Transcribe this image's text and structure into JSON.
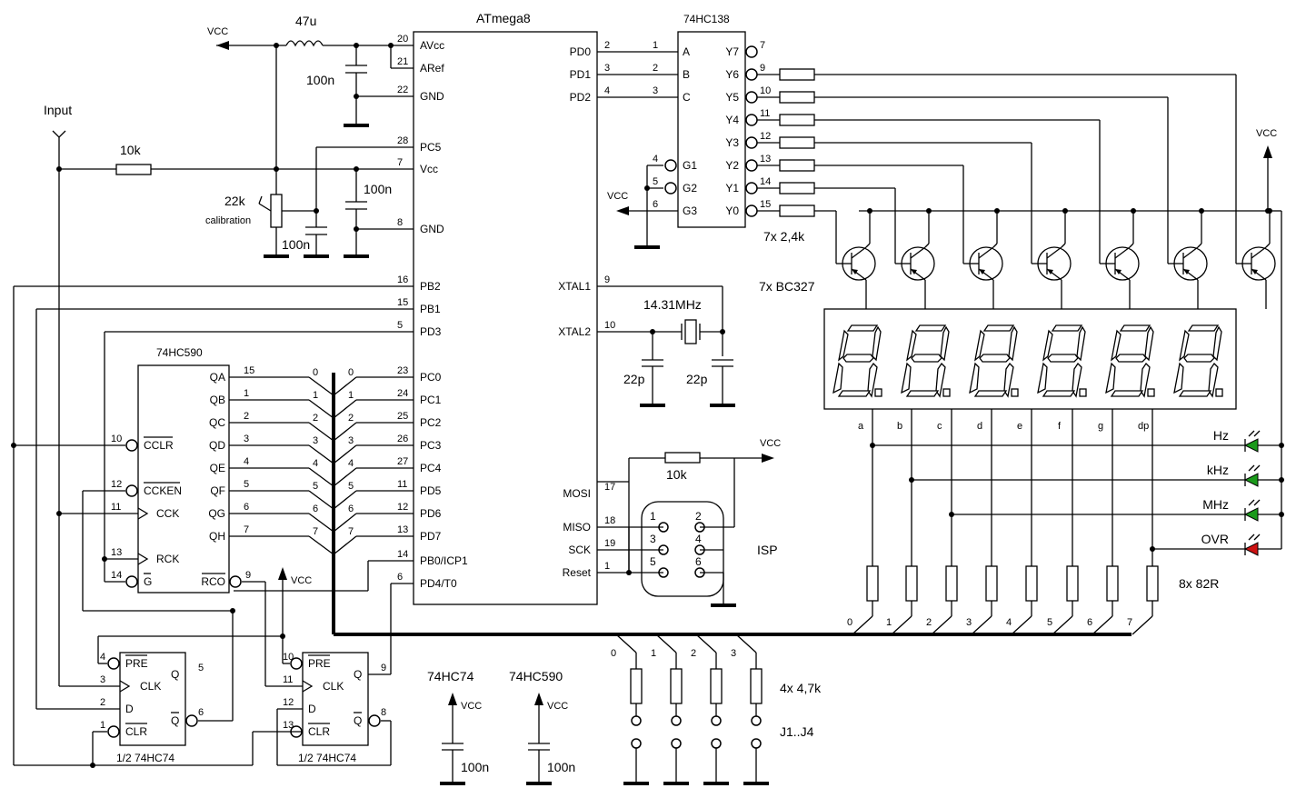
{
  "chips": {
    "mcu": "ATmega8",
    "decoder": "74HC138",
    "counter": "74HC590",
    "flipflop_a": "1/2 74HC74",
    "flipflop_b": "1/2 74HC74",
    "bypass_a": "74HC74",
    "bypass_b": "74HC590"
  },
  "mcu_pins_left": [
    "AVcc",
    "ARef",
    "GND",
    "PC5",
    "Vcc",
    "GND",
    "PB2",
    "PB1",
    "PD3",
    "PC0",
    "PC1",
    "PC2",
    "PC3",
    "PC4",
    "PD5",
    "PD6",
    "PD7",
    "PB0/ICP1",
    "PD4/T0"
  ],
  "mcu_pins_left_nums": [
    "20",
    "21",
    "22",
    "28",
    "7",
    "8",
    "16",
    "15",
    "5",
    "23",
    "24",
    "25",
    "26",
    "27",
    "11",
    "12",
    "13",
    "14",
    "6"
  ],
  "mcu_pins_right": [
    "PD0",
    "PD1",
    "PD2",
    "XTAL1",
    "XTAL2",
    "MOSI",
    "MISO",
    "SCK",
    "Reset"
  ],
  "mcu_pins_right_nums": [
    "2",
    "3",
    "4",
    "9",
    "10",
    "17",
    "18",
    "19",
    "1"
  ],
  "decoder_in": [
    "A",
    "B",
    "C",
    "G1",
    "G2",
    "G3"
  ],
  "decoder_in_nums": [
    "1",
    "2",
    "3",
    "4",
    "5",
    "6"
  ],
  "decoder_out": [
    "Y7",
    "Y6",
    "Y5",
    "Y4",
    "Y3",
    "Y2",
    "Y1",
    "Y0"
  ],
  "decoder_out_nums": [
    "7",
    "9",
    "10",
    "11",
    "12",
    "13",
    "14",
    "15"
  ],
  "counter_out": [
    "QA",
    "QB",
    "QC",
    "QD",
    "QE",
    "QF",
    "QG",
    "QH"
  ],
  "counter_out_nums": [
    "15",
    "1",
    "2",
    "3",
    "4",
    "5",
    "6",
    "7"
  ],
  "counter_in": [
    "CCLR",
    "CCKEN",
    "CCK",
    "RCK",
    "G",
    "RCO"
  ],
  "counter_in_nums": [
    "10",
    "12",
    "11",
    "13",
    "14",
    "9"
  ],
  "bus_idx": [
    "0",
    "1",
    "2",
    "3",
    "4",
    "5",
    "6",
    "7"
  ],
  "ff_pins": [
    "PRE",
    "CLK",
    "D",
    "CLR",
    "Q",
    "Q"
  ],
  "ff_a_nums": [
    "4",
    "3",
    "2",
    "1",
    "5",
    "6"
  ],
  "ff_b_nums": [
    "10",
    "11",
    "12",
    "13",
    "9",
    "8"
  ],
  "labels": {
    "vcc": "VCC",
    "input": "Input",
    "l47u": "47u",
    "c100n": "100n",
    "r10k": "10k",
    "r22k": "22k",
    "calibration": "calibration",
    "crystal": "14.31MHz",
    "c22p": "22p",
    "r7": "7x 2,4k",
    "bc327": "7x BC327",
    "r8": "8x 82R",
    "isp": "ISP",
    "r4": "4x 4,7k",
    "jumpers": "J1..J4"
  },
  "isp_nums": [
    "1",
    "2",
    "3",
    "4",
    "5",
    "6"
  ],
  "seg_labels": [
    "a",
    "b",
    "c",
    "d",
    "e",
    "f",
    "g",
    "dp"
  ],
  "leds": [
    "Hz",
    "kHz",
    "MHz",
    "OVR"
  ],
  "led_colors": [
    "#1a9a1a",
    "#1a9a1a",
    "#1a9a1a",
    "#cc1111"
  ],
  "res_idx": [
    "0",
    "1",
    "2",
    "3",
    "4",
    "5",
    "6",
    "7"
  ],
  "jmp_idx": [
    "0",
    "1",
    "2",
    "3"
  ]
}
